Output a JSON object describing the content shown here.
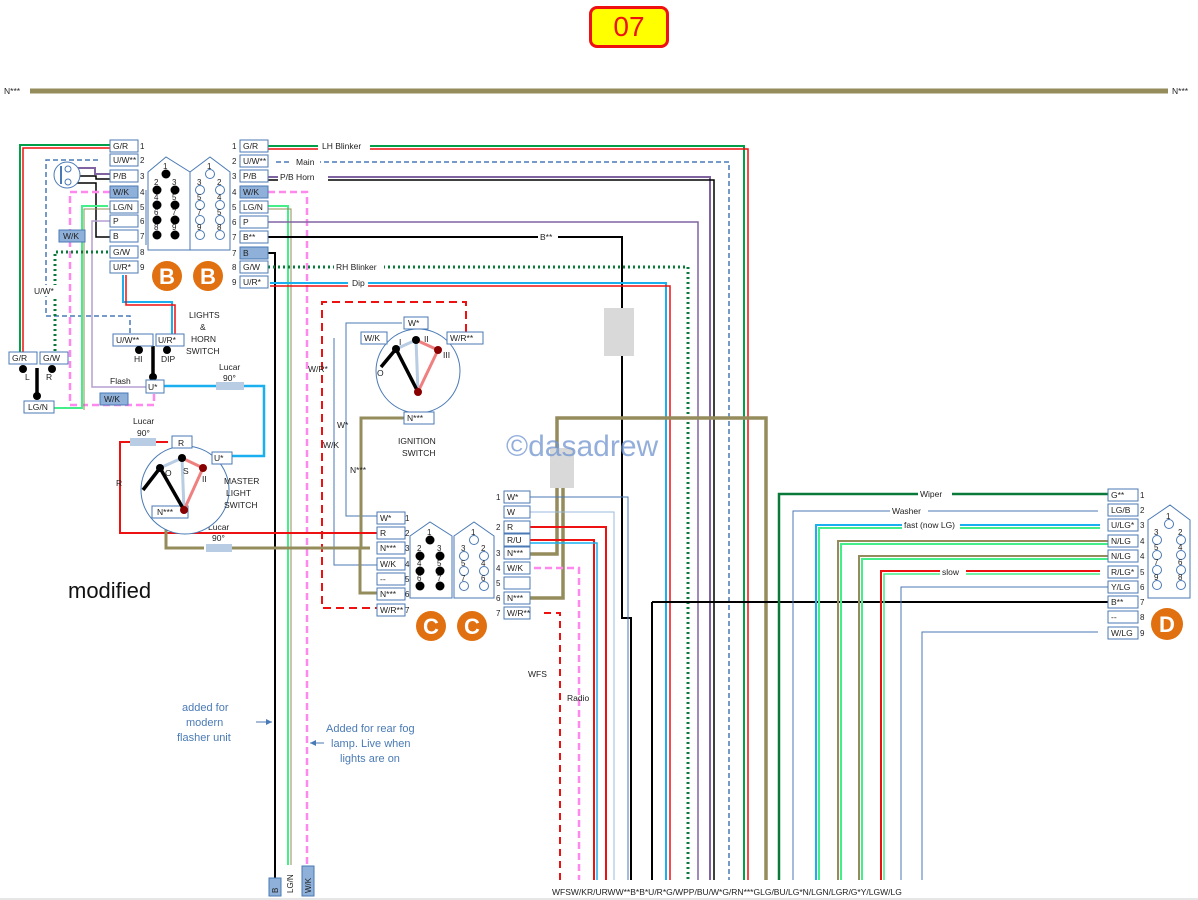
{
  "page_number": "07",
  "watermark": "©dasadrew",
  "caption": "modified",
  "ground_bus": {
    "left_label": "N***",
    "right_label": "N***"
  },
  "connector_B": {
    "badges": [
      "B",
      "B"
    ],
    "left_pins": [
      {
        "n": "1",
        "label": "G/R"
      },
      {
        "n": "2",
        "label": "U/W**"
      },
      {
        "n": "3",
        "label": "P/B"
      },
      {
        "n": "4",
        "label": "W/K"
      },
      {
        "n": "5",
        "label": "LG/N"
      },
      {
        "n": "6",
        "label": "P"
      },
      {
        "n": "7",
        "label": "B"
      },
      {
        "n": "8",
        "label": "G/W"
      },
      {
        "n": "9",
        "label": "U/R*"
      }
    ],
    "right_pins": [
      {
        "n": "1",
        "label": "G/R"
      },
      {
        "n": "2",
        "label": "U/W**"
      },
      {
        "n": "3",
        "label": "P/B"
      },
      {
        "n": "4",
        "label": "W/K"
      },
      {
        "n": "5",
        "label": "LG/N"
      },
      {
        "n": "6",
        "label": "P"
      },
      {
        "n": "7",
        "label": "B**"
      },
      {
        "n": "7b",
        "label": "B"
      },
      {
        "n": "8",
        "label": "G/W"
      },
      {
        "n": "9",
        "label": "U/R*"
      }
    ],
    "male_numbers": [
      "1",
      "2",
      "3",
      "4",
      "5",
      "6",
      "7",
      "8",
      "9"
    ],
    "female_numbers": [
      "1",
      "3",
      "2",
      "5",
      "4",
      "7",
      "5",
      "9",
      "8"
    ],
    "side_label": "W/K"
  },
  "wire_labels": {
    "lh_blinker": "LH Blinker",
    "main": "Main",
    "pb_horn": "P/B Horn",
    "b_star": "B**",
    "rh_blinker": "RH Blinker",
    "dip": "Dip",
    "uw_left": "U/W*",
    "wiper": "Wiper",
    "washer": "Washer",
    "fast": "fast (now LG)",
    "slow": "slow",
    "wfs": "WFS",
    "radio": "Radio",
    "flash": "Flash",
    "wr_star": "W/R*",
    "w_star": "W*",
    "w_k": "W/K",
    "n_star": "N***",
    "r": "R"
  },
  "lights_horn_switch": {
    "title": [
      "LIGHTS",
      "&",
      "HORN",
      "SWITCH"
    ],
    "terminals": {
      "hi": "U/W**",
      "dip": "U/R*",
      "hi_label": "HI",
      "dip_label": "DIP",
      "u": "U*",
      "wk": "W/K"
    },
    "left_terminals": {
      "gr": "G/R",
      "gw": "G/W",
      "l": "L",
      "r": "R",
      "lgn": "LG/N"
    }
  },
  "lucar": {
    "label": "Lucar",
    "angle": "90°"
  },
  "ignition_switch": {
    "title": [
      "IGNITION",
      "SWITCH"
    ],
    "terminals": [
      "W*",
      "W/K",
      "W/R**",
      "N***"
    ],
    "positions": [
      "O",
      "I",
      "II",
      "III"
    ]
  },
  "master_light_switch": {
    "title": [
      "MASTER",
      "LIGHT",
      "SWITCH"
    ],
    "terminals": [
      "R",
      "U*",
      "N***"
    ],
    "positions": [
      "O",
      "S",
      "II"
    ]
  },
  "connector_C": {
    "badges": [
      "C",
      "C"
    ],
    "left_pins": [
      {
        "n": "1",
        "label": "W*"
      },
      {
        "n": "2",
        "label": "R"
      },
      {
        "n": "3",
        "label": "N***"
      },
      {
        "n": "4",
        "label": "W/K"
      },
      {
        "n": "5",
        "label": "--"
      },
      {
        "n": "6",
        "label": "N***"
      },
      {
        "n": "7",
        "label": "W/R**"
      }
    ],
    "right_pins": [
      {
        "n": "1",
        "label": "W*"
      },
      {
        "n": "",
        "label": "W"
      },
      {
        "n": "2",
        "label": "R"
      },
      {
        "n": "",
        "label": "R/U"
      },
      {
        "n": "3",
        "label": "N***"
      },
      {
        "n": "4",
        "label": "W/K"
      },
      {
        "n": "5",
        "label": ""
      },
      {
        "n": "6",
        "label": "N***"
      },
      {
        "n": "7",
        "label": "W/R**"
      }
    ],
    "male_numbers": [
      "1",
      "2",
      "3",
      "4",
      "5",
      "6",
      "7"
    ],
    "female_numbers": [
      "1",
      "3",
      "2",
      "5",
      "4",
      "7",
      "6"
    ]
  },
  "connector_D": {
    "badge": "D",
    "pins": [
      {
        "n": "1",
        "label": "G**"
      },
      {
        "n": "2",
        "label": "LG/B"
      },
      {
        "n": "3",
        "label": "U/LG*"
      },
      {
        "n": "4",
        "label": "N/LG"
      },
      {
        "n": "4b",
        "label": "N/LG"
      },
      {
        "n": "5",
        "label": "R/LG*"
      },
      {
        "n": "6",
        "label": "Y/LG"
      },
      {
        "n": "7",
        "label": "B**"
      },
      {
        "n": "8",
        "label": "--"
      },
      {
        "n": "9",
        "label": "W/LG"
      }
    ],
    "numbers": [
      "1",
      "3",
      "2",
      "5",
      "4",
      "7",
      "6",
      "9",
      "8"
    ]
  },
  "bottom_tags": {
    "b": "B",
    "lgn": "LG/N",
    "wk": "W/K"
  },
  "bottom_legend": "WFSW/KR/URWW**B*B*U/R*G/WPP/BU/W*G/RN***GLG/BU/LG*N/LGN/LGR/G*Y/LGW/LG",
  "notes": {
    "flasher": [
      "added for",
      "modern",
      "flasher unit"
    ],
    "fog": [
      "Added for rear fog",
      "lamp. Live when",
      "lights are on"
    ]
  },
  "colors": {
    "ground": "#958c5c",
    "red": "#ee1111",
    "green": "#00a04a",
    "darkgreen": "#0a7a3a",
    "blue": "#1ab0f0",
    "steel": "#4a7ab5",
    "lightgreen": "#44ee88",
    "pink": "#ff88ee",
    "purple": "#8064a2",
    "black": "#000000",
    "badge": "#e07010"
  }
}
